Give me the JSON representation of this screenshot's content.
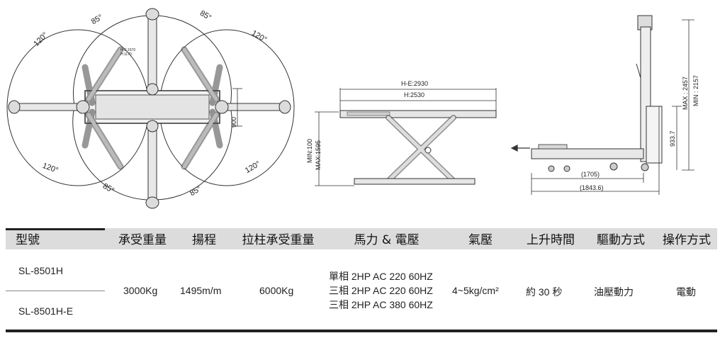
{
  "top_view": {
    "angles": [
      "85°",
      "85°",
      "120°",
      "120°",
      "120°",
      "120°",
      "85°",
      "85°"
    ],
    "dim_width": "900",
    "inner_label_a": "H-E:1570",
    "inner_label_b": "H:1170"
  },
  "side_view": {
    "length_he": "H-E:2930",
    "length_h": "H:2530",
    "height_min": "MIN:100",
    "height_max": "MAX:1595"
  },
  "end_view": {
    "max_height": "MAX : 2457",
    "min_height": "MIN : 2157",
    "column_height": "933.7",
    "length_inner": "(1705)",
    "length_outer": "(1843.6)"
  },
  "table": {
    "headers": [
      "型號",
      "承受重量",
      "揚程",
      "拉柱承受重量",
      "馬力 & 電壓",
      "氣壓",
      "上升時間",
      "驅動方式",
      "操作方式"
    ],
    "models": [
      "SL-8501H",
      "SL-8501H-E"
    ],
    "capacity": "3000Kg",
    "lift_height": "1495m/m",
    "pull_capacity": "6000Kg",
    "power": [
      "單相 2HP AC 220 60HZ",
      "三相 2HP AC 220 60HZ",
      "三相 2HP AC 380 60HZ"
    ],
    "air_pressure": "4~5kg/cm²",
    "rise_time": "約 30 秒",
    "drive": "油壓動力",
    "operation": "電動"
  }
}
